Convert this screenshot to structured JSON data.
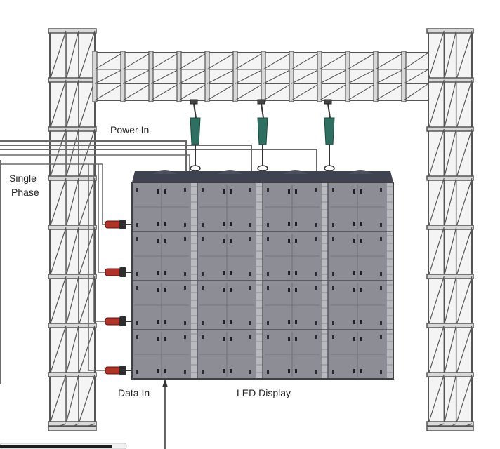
{
  "labels": {
    "power_in": "Power In",
    "single": "Single",
    "phase": "Phase",
    "data_in": "Data In",
    "led_display": "LED Display"
  },
  "layout": {
    "cabinet_columns": 4,
    "cabinet_rows": 4,
    "truss_hoists": 3,
    "data_connectors": 4
  },
  "colors": {
    "truss": "#555555",
    "truss_fill": "#f4f4f4",
    "panel": "#8d8e95",
    "panel_dark": "#6e6f76",
    "panel_header": "#3f4250",
    "connector_red": "#b0332a",
    "hoist": "#2f6f62",
    "cable": "#6a6a6a"
  }
}
